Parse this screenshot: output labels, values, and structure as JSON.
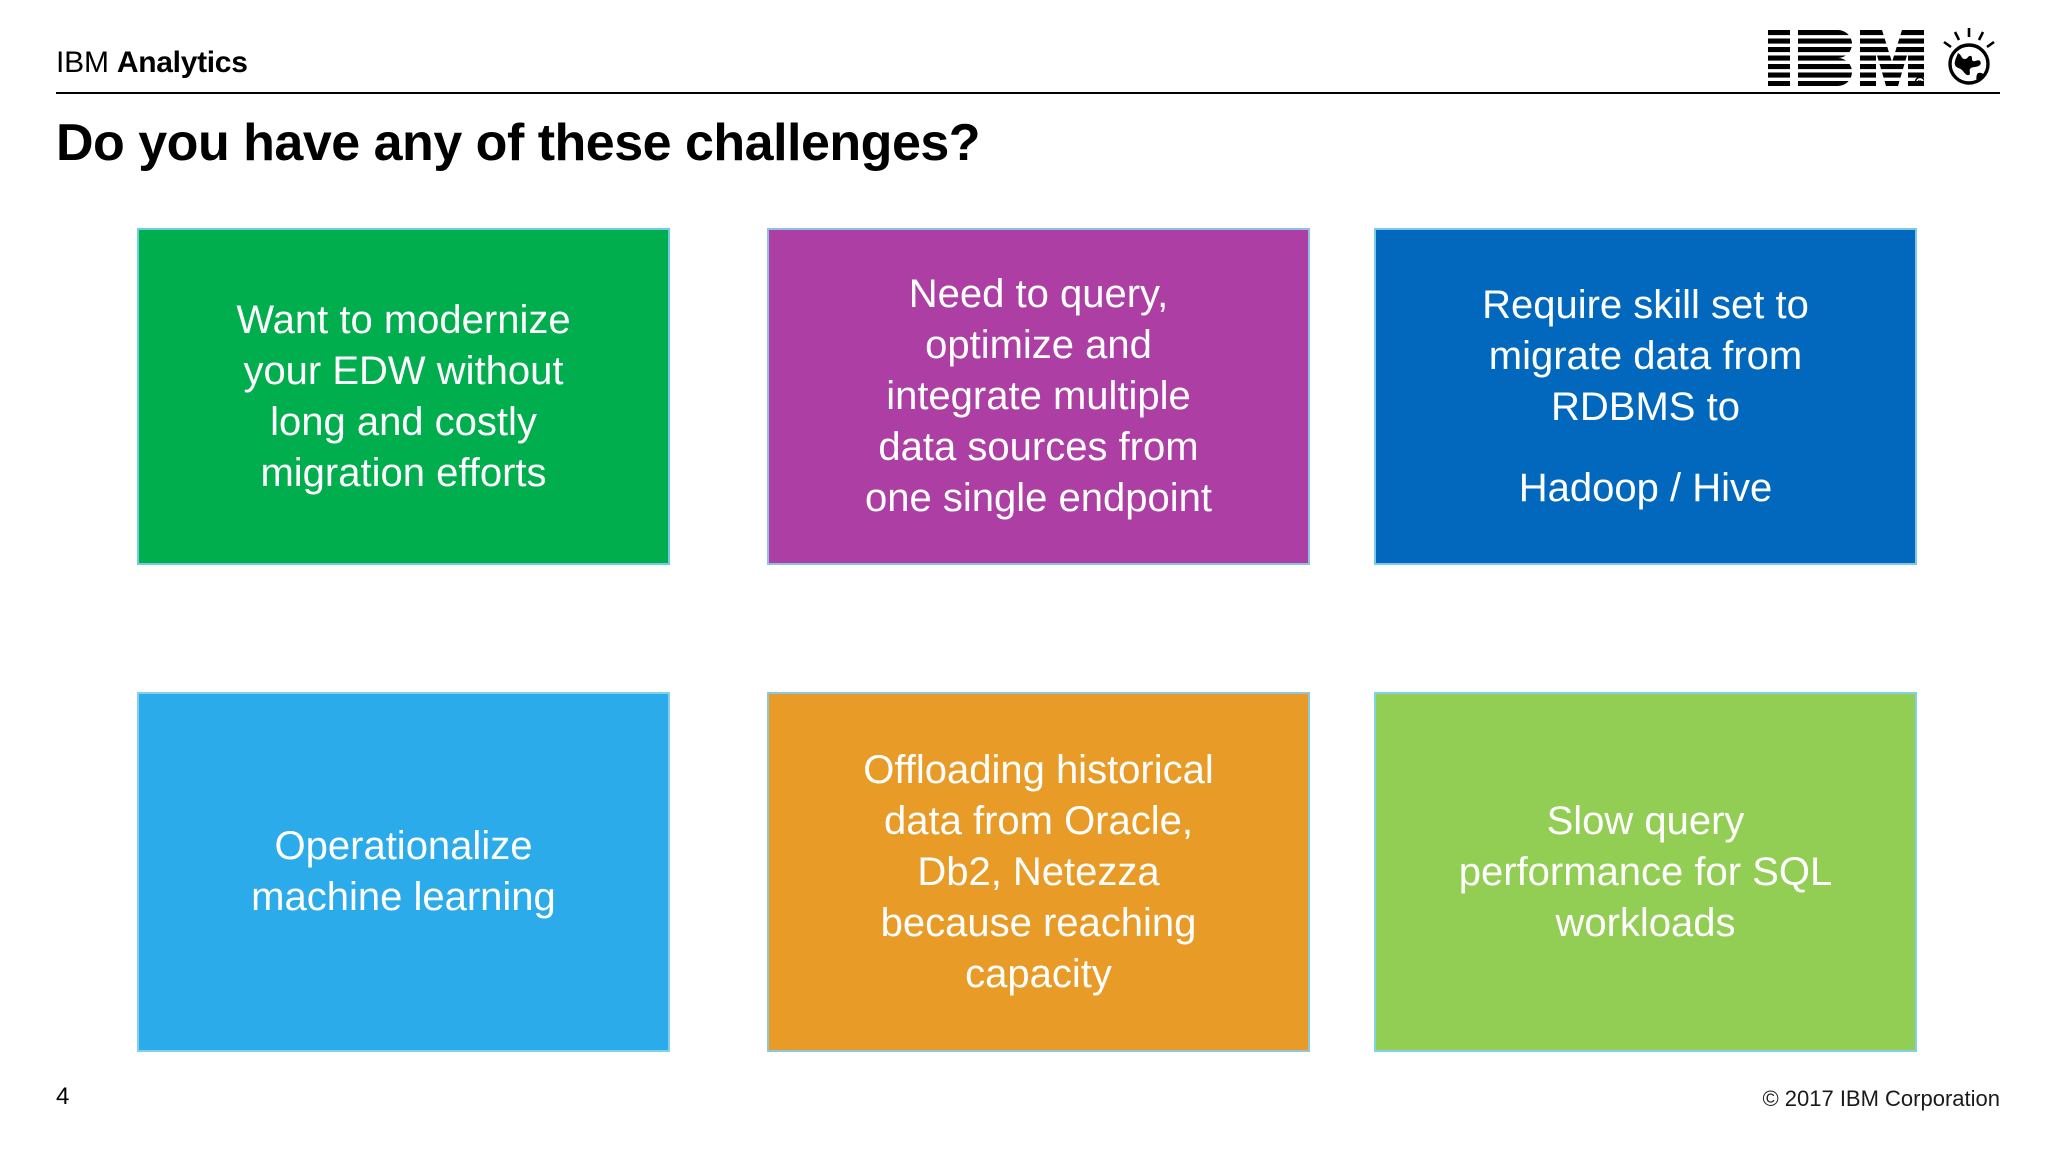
{
  "header": {
    "brand_primary": "IBM",
    "brand_secondary": "Analytics",
    "logo_name": "IBM",
    "logo_icon": "ibm-globe-icon"
  },
  "title": "Do you have any of these challenges?",
  "cards": [
    {
      "id": "modernize-edw",
      "text": "Want to modernize\nyour EDW without\nlong and costly\nmigration efforts",
      "text2": "",
      "color": "#00AE4D",
      "border": "#6FCFE0"
    },
    {
      "id": "query-optimize-integrate",
      "text": "Need to query,\noptimize and\nintegrate multiple\ndata sources from\none single endpoint",
      "text2": "",
      "color": "#AD3FA4",
      "border": "#8FBEE8"
    },
    {
      "id": "skill-set-migrate",
      "text": "Require skill set to\nmigrate data from\nRDBMS to",
      "text2": "Hadoop / Hive",
      "color": "#0268BE",
      "border": "#7EC8E8"
    },
    {
      "id": "operationalize-ml",
      "text": "Operationalize\nmachine learning",
      "text2": "",
      "color": "#2BABE9",
      "border": "#7FD2E8"
    },
    {
      "id": "offload-historical-data",
      "text": "Offloading historical\ndata from Oracle,\nDb2, Netezza\nbecause reaching\ncapacity",
      "text2": "",
      "color": "#E89B26",
      "border": "#8FC6D8"
    },
    {
      "id": "slow-query-performance",
      "text": "Slow query\nperformance for SQL\nworkloads",
      "text2": "",
      "color": "#92CD54",
      "border": "#7FD2E8"
    }
  ],
  "footer": {
    "page_number": "4",
    "copyright": "© 2017 IBM Corporation"
  }
}
